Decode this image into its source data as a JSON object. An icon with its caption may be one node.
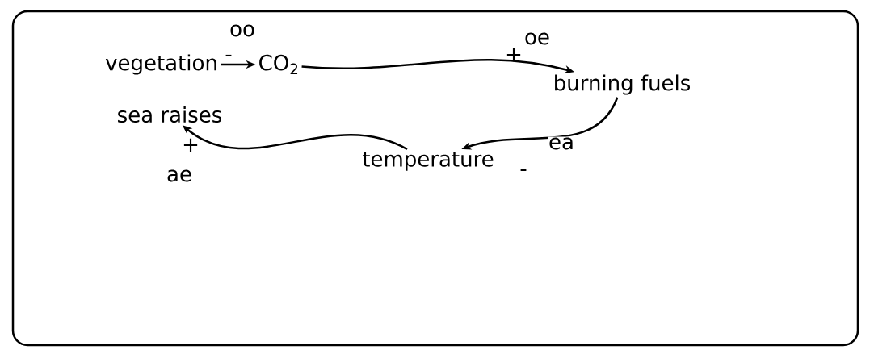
{
  "diagram": {
    "nodes": [
      {
        "text": [
          "vegetation"
        ]
      },
      {
        "text": [
          "CO$_{2}$"
        ]
      },
      {
        "text": [
          "burning fuels"
        ]
      },
      {
        "text": [
          "temperature"
        ]
      },
      {
        "text": [
          "sea raises"
        ]
      }
    ],
    "edges": [
      {
        "from": 0,
        "to": 1,
        "arrow": "to",
        "label": "oo"
      },
      {
        "from": 1,
        "to": 2,
        "arrow": "to",
        "label": "oe"
      },
      {
        "from": 2,
        "to": 3,
        "arrow": "to",
        "label": "ea"
      },
      {
        "from": 3,
        "to": 4,
        "arrow": "to",
        "label": "ae"
      }
    ],
    "labels": [
      "-",
      "+",
      "-",
      "+"
    ]
  }
}
